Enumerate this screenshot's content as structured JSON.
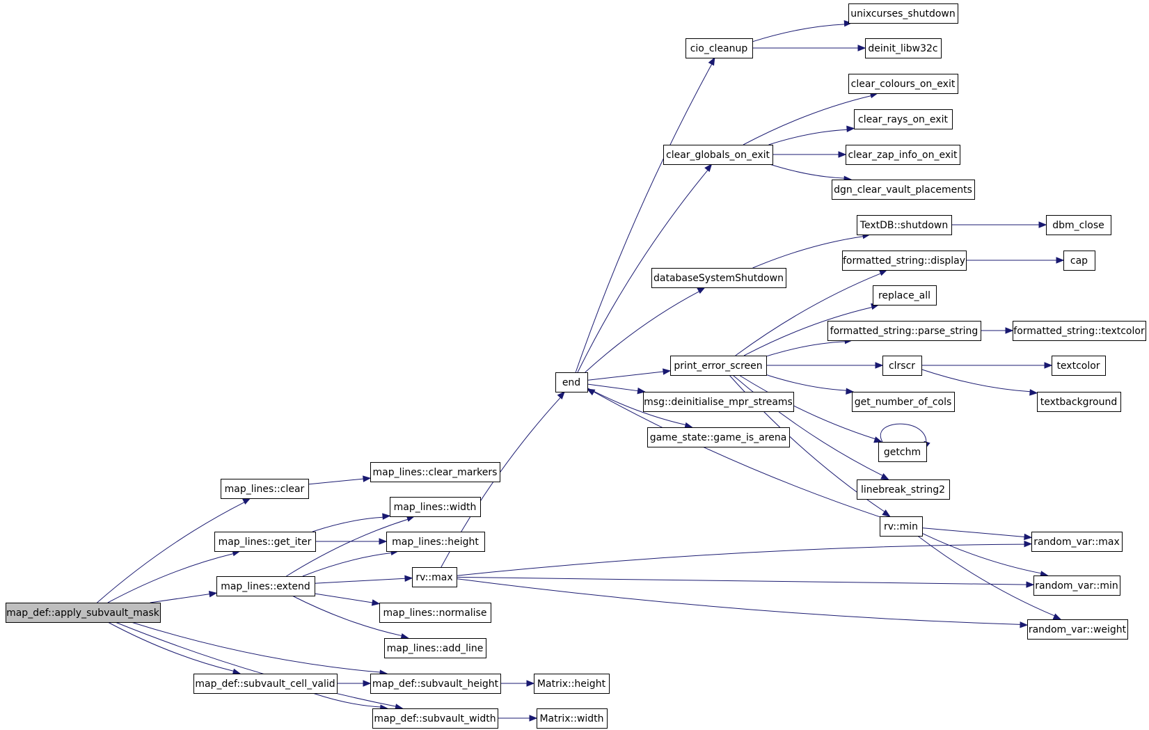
{
  "colors": {
    "edge": "#191970",
    "root_fill": "#bfbfbf",
    "node_fill": "#ffffff",
    "node_stroke": "#000000"
  },
  "nodes": {
    "apply_subvault_mask": "map_def::apply_subvault_mask",
    "clear": "map_lines::clear",
    "clear_markers": "map_lines::clear_markers",
    "get_iter": "map_lines::get_iter",
    "width": "map_lines::width",
    "height": "map_lines::height",
    "extend": "map_lines::extend",
    "normalise": "map_lines::normalise",
    "add_line": "map_lines::add_line",
    "subvault_cell_valid": "map_def::subvault_cell_valid",
    "subvault_height": "map_def::subvault_height",
    "subvault_width": "map_def::subvault_width",
    "matrix_height": "Matrix::height",
    "matrix_width": "Matrix::width",
    "rv_max": "rv::max",
    "end": "end",
    "cio_cleanup": "cio_cleanup",
    "unixcurses_shutdown": "unixcurses_shutdown",
    "deinit_libw32c": "deinit_libw32c",
    "clear_globals_on_exit": "clear_globals_on_exit",
    "clear_colours_on_exit": "clear_colours_on_exit",
    "clear_rays_on_exit": "clear_rays_on_exit",
    "clear_zap_info_on_exit": "clear_zap_info_on_exit",
    "dgn_clear_vault_placements": "dgn_clear_vault_placements",
    "databaseSystemShutdown": "databaseSystemShutdown",
    "textdb_shutdown": "TextDB::shutdown",
    "dbm_close": "dbm_close",
    "print_error_screen": "print_error_screen",
    "fs_display": "formatted_string::display",
    "cap": "cap",
    "replace_all": "replace_all",
    "fs_parse_string": "formatted_string::parse_string",
    "fs_textcolor": "formatted_string::textcolor",
    "clrscr": "clrscr",
    "textcolor": "textcolor",
    "textbackground": "textbackground",
    "get_number_of_cols": "get_number_of_cols",
    "getchm": "getchm",
    "linebreak_string2": "linebreak_string2",
    "rv_min": "rv::min",
    "msg_deinit": "msg::deinitialise_mpr_streams",
    "game_is_arena": "game_state::game_is_arena",
    "random_var_max": "random_var::max",
    "random_var_min": "random_var::min",
    "random_var_weight": "random_var::weight"
  },
  "edges": [
    [
      "apply_subvault_mask",
      "clear"
    ],
    [
      "apply_subvault_mask",
      "get_iter"
    ],
    [
      "apply_subvault_mask",
      "extend"
    ],
    [
      "apply_subvault_mask",
      "subvault_cell_valid"
    ],
    [
      "apply_subvault_mask",
      "subvault_height"
    ],
    [
      "apply_subvault_mask",
      "subvault_width"
    ],
    [
      "clear",
      "clear_markers"
    ],
    [
      "get_iter",
      "width"
    ],
    [
      "get_iter",
      "height"
    ],
    [
      "extend",
      "width"
    ],
    [
      "extend",
      "height"
    ],
    [
      "extend",
      "rv_max"
    ],
    [
      "extend",
      "normalise"
    ],
    [
      "extend",
      "add_line"
    ],
    [
      "subvault_cell_valid",
      "subvault_height"
    ],
    [
      "subvault_cell_valid",
      "subvault_width"
    ],
    [
      "subvault_height",
      "matrix_height"
    ],
    [
      "subvault_width",
      "matrix_width"
    ],
    [
      "rv_max",
      "end"
    ],
    [
      "rv_max",
      "random_var_max"
    ],
    [
      "rv_max",
      "random_var_min"
    ],
    [
      "rv_max",
      "random_var_weight"
    ],
    [
      "end",
      "cio_cleanup"
    ],
    [
      "end",
      "clear_globals_on_exit"
    ],
    [
      "end",
      "databaseSystemShutdown"
    ],
    [
      "end",
      "print_error_screen"
    ],
    [
      "end",
      "msg_deinit"
    ],
    [
      "end",
      "game_is_arena"
    ],
    [
      "cio_cleanup",
      "unixcurses_shutdown"
    ],
    [
      "cio_cleanup",
      "deinit_libw32c"
    ],
    [
      "clear_globals_on_exit",
      "clear_colours_on_exit"
    ],
    [
      "clear_globals_on_exit",
      "clear_rays_on_exit"
    ],
    [
      "clear_globals_on_exit",
      "clear_zap_info_on_exit"
    ],
    [
      "clear_globals_on_exit",
      "dgn_clear_vault_placements"
    ],
    [
      "databaseSystemShutdown",
      "textdb_shutdown"
    ],
    [
      "textdb_shutdown",
      "dbm_close"
    ],
    [
      "print_error_screen",
      "fs_display"
    ],
    [
      "print_error_screen",
      "replace_all"
    ],
    [
      "print_error_screen",
      "fs_parse_string"
    ],
    [
      "print_error_screen",
      "clrscr"
    ],
    [
      "print_error_screen",
      "get_number_of_cols"
    ],
    [
      "print_error_screen",
      "getchm"
    ],
    [
      "print_error_screen",
      "linebreak_string2"
    ],
    [
      "print_error_screen",
      "rv_min"
    ],
    [
      "fs_display",
      "cap"
    ],
    [
      "fs_parse_string",
      "fs_textcolor"
    ],
    [
      "clrscr",
      "textcolor"
    ],
    [
      "clrscr",
      "textbackground"
    ],
    [
      "getchm",
      "getchm"
    ],
    [
      "rv_min",
      "end"
    ],
    [
      "rv_min",
      "random_var_max"
    ],
    [
      "rv_min",
      "random_var_min"
    ],
    [
      "rv_min",
      "random_var_weight"
    ]
  ]
}
